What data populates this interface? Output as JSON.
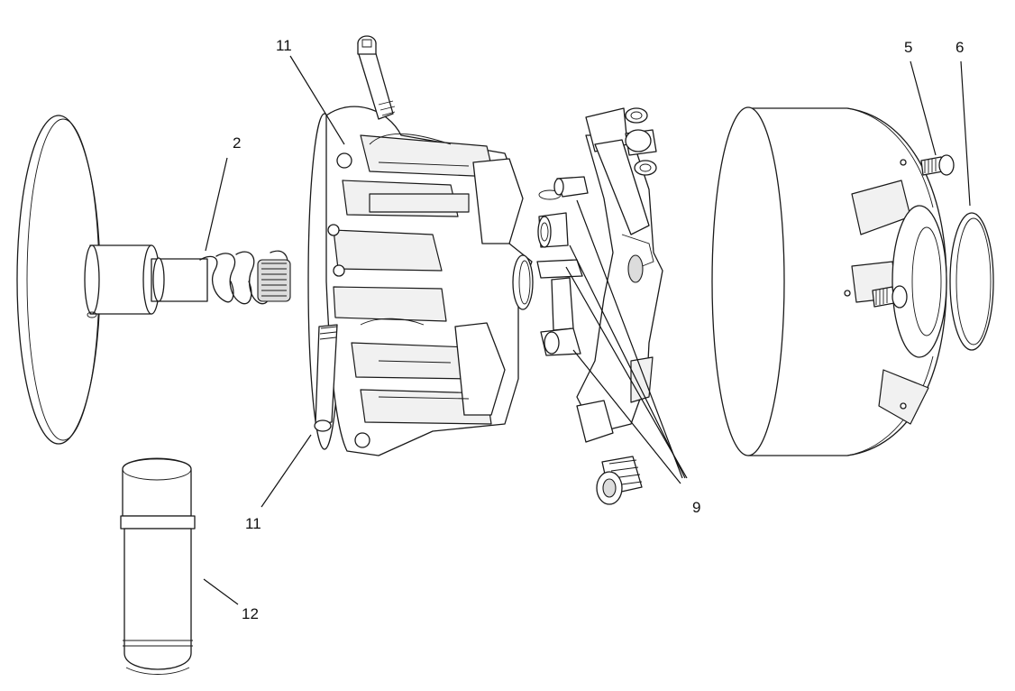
{
  "callouts": {
    "c2": "2",
    "c5": "5",
    "c6": "6",
    "c9": "9",
    "c11_top": "11",
    "c11_bottom": "11",
    "c12": "12"
  }
}
